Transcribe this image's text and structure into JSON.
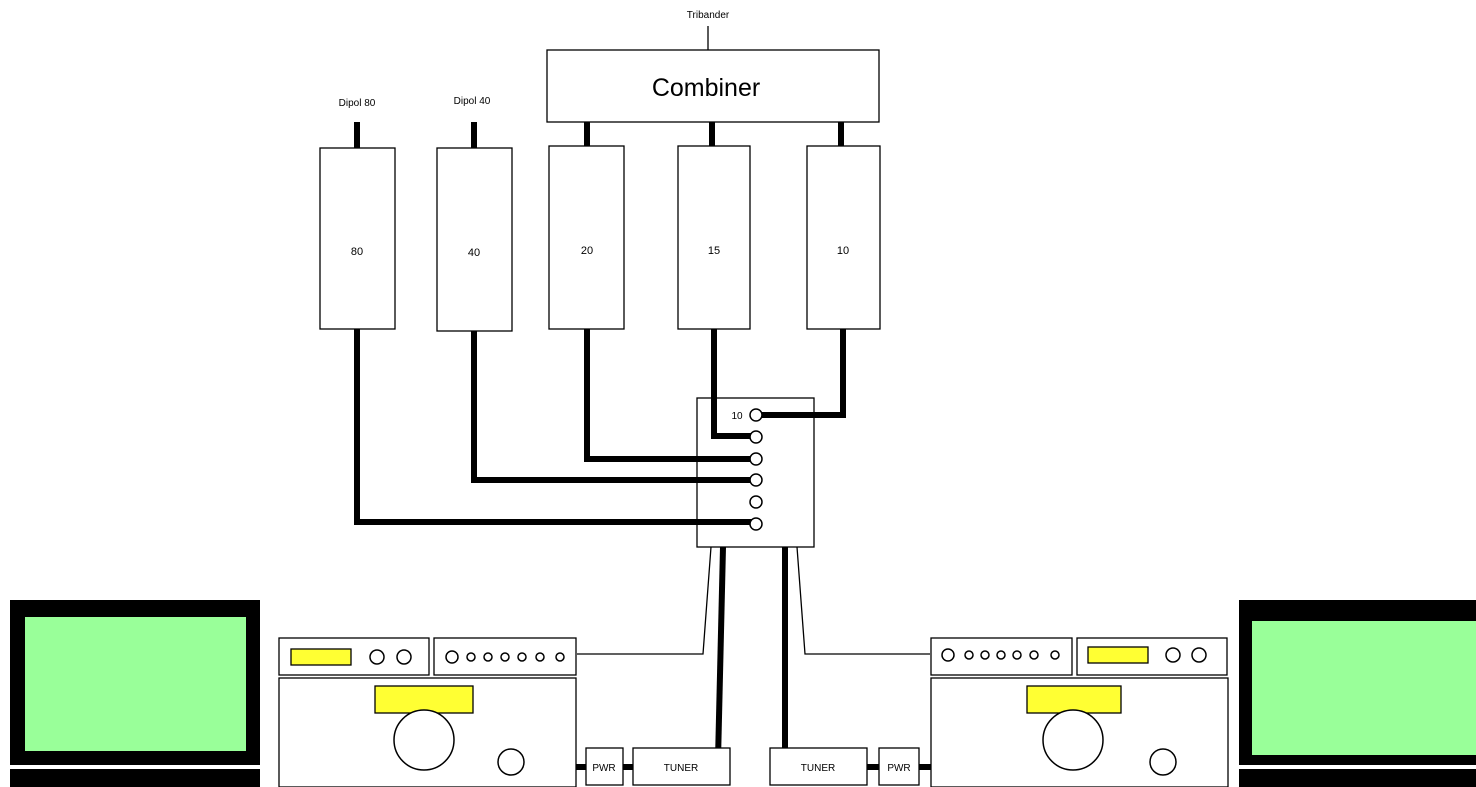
{
  "antenna_labels": {
    "tribander": "Tribander",
    "dipol80": "Dipol 80",
    "dipol40": "Dipol 40"
  },
  "combiner_label": "Combiner",
  "filters": [
    {
      "band": "80"
    },
    {
      "band": "40"
    },
    {
      "band": "20"
    },
    {
      "band": "15"
    },
    {
      "band": "10"
    }
  ],
  "switch": {
    "top_port_label": "10",
    "port_count": 6
  },
  "station_left": {
    "pwr_label": "PWR",
    "tuner_label": "TUNER"
  },
  "station_right": {
    "pwr_label": "PWR",
    "tuner_label": "TUNER"
  },
  "colors": {
    "screen": "#99ff99",
    "display": "#ffff33",
    "monitor_frame": "#000000",
    "line": "#000000"
  }
}
